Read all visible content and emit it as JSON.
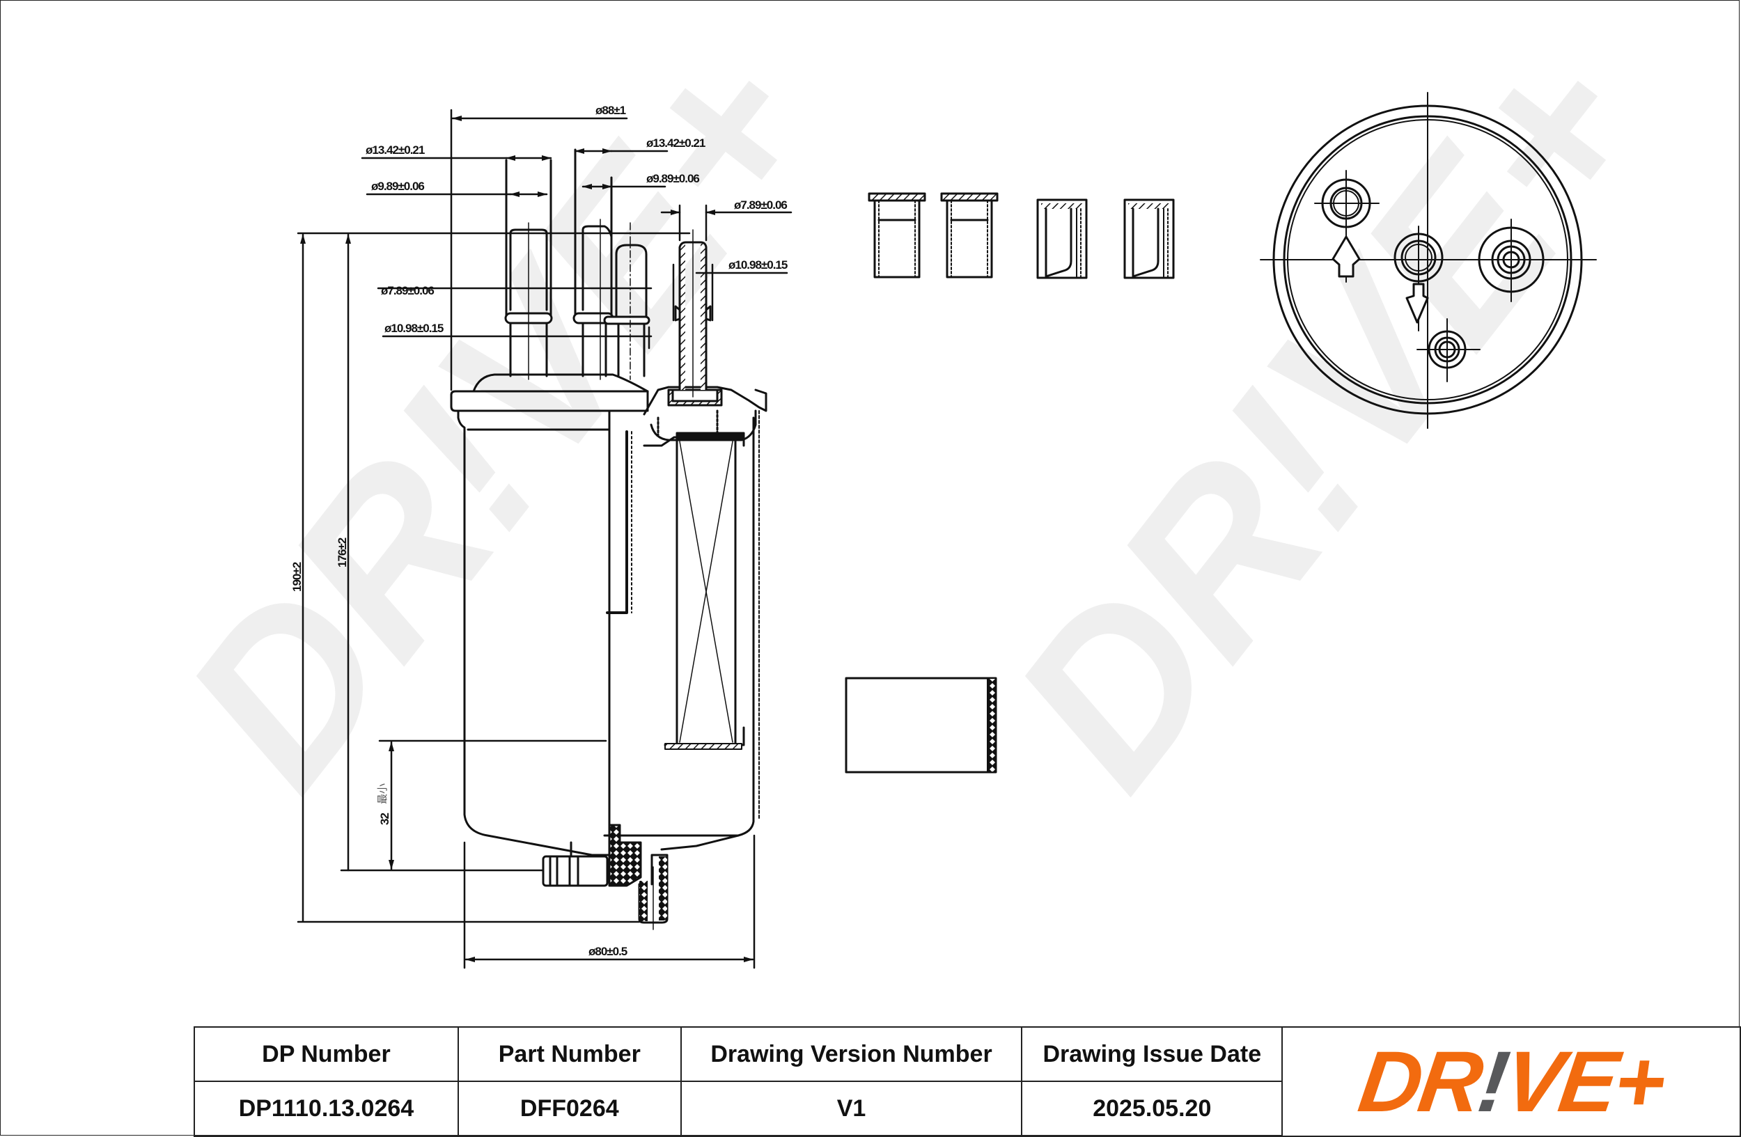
{
  "drawing": {
    "watermark": "DR!VE+",
    "dimensions": {
      "overall_width": "ø88±1",
      "left_outer_top": "ø13.42±0.21",
      "left_inner_top": "ø9.89±0.06",
      "right_outer_top": "ø13.42±0.21",
      "right_inner_top": "ø9.89±0.06",
      "small_pipe_top": "ø7.89±0.06",
      "small_pipe_collar": "ø10.98±0.15",
      "left_pipe_bore": "ø7.89±0.06",
      "left_pipe_collar": "ø10.98±0.15",
      "total_height": "190±2",
      "body_height": "176±2",
      "min_drain": "32",
      "min_drain_note": "最小",
      "body_diameter": "ø80±0.5"
    },
    "views": [
      "side-section-view",
      "seal-profile-1",
      "seal-profile-2",
      "seal-profile-3",
      "seal-profile-4",
      "gasket-section",
      "top-view"
    ]
  },
  "title_block": {
    "headers": [
      "DP Number",
      "Part Number",
      "Drawing Version Number",
      "Drawing Issue Date"
    ],
    "values": [
      "DP1110.13.0264",
      "DFF0264",
      "V1",
      "2025.05.20"
    ],
    "logo": {
      "part1": "DR",
      "part2": "!",
      "part3": "VE+",
      "orange": "#f26b0f",
      "gray": "#58595b"
    }
  }
}
